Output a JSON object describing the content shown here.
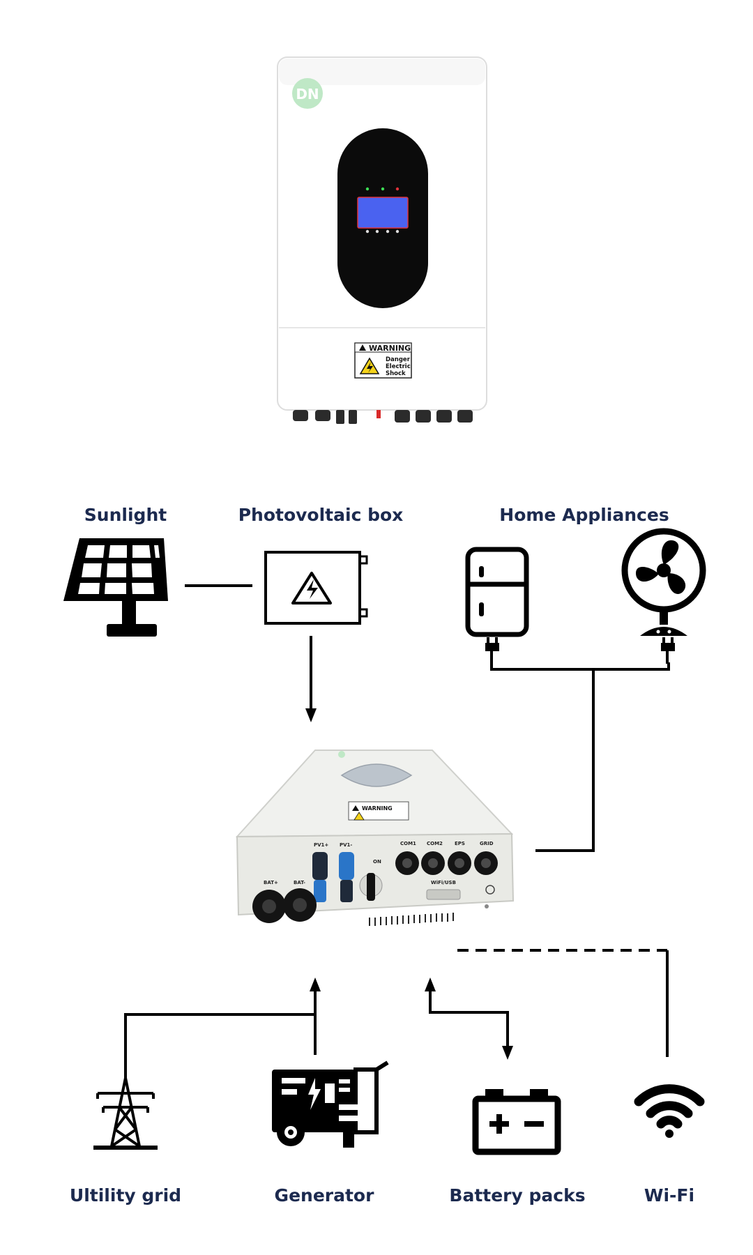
{
  "labels": {
    "sunlight": "Sunlight",
    "photovoltaic_box": "Photovoltaic box",
    "home_appliances": "Home Appliances",
    "utility_grid": "Ultility grid",
    "generator": "Generator",
    "battery_packs": "Battery packs",
    "wifi": "Wi-Fi"
  },
  "inverter_front": {
    "logo": "DN",
    "warning_title": "WARNING",
    "warning_lines": [
      "Danger",
      "Electric",
      "Shock"
    ]
  },
  "inverter_bottom": {
    "warning_title": "WARNING",
    "port_labels": [
      "PV1+",
      "PV1-",
      "COM1",
      "COM2",
      "EPS",
      "GRID",
      "BAT+",
      "BAT-",
      "ON",
      "WiFi/USB"
    ]
  },
  "colors": {
    "label_text": "#1c2a4f",
    "lcd_screen": "#4a62f0",
    "inverter_body": "#ffffff",
    "front_panel": "#000000",
    "logo_circle": "#bfe8c6",
    "line": "#000000"
  },
  "icons": {
    "sunlight": "solar-panel-icon",
    "photovoltaic_box": "pv-box-icon",
    "refrigerator": "refrigerator-icon",
    "fan": "fan-icon",
    "utility_grid": "power-tower-icon",
    "generator": "generator-icon",
    "battery_packs": "battery-icon",
    "wifi": "wifi-icon"
  }
}
